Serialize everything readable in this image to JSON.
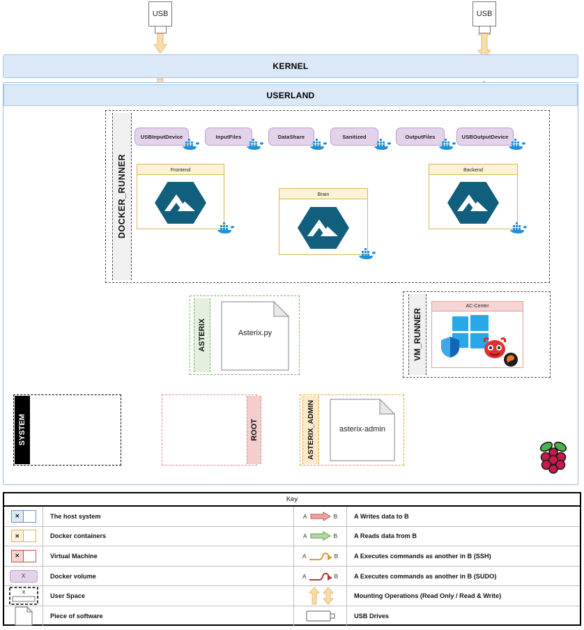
{
  "layers": {
    "kernel": "KERNEL",
    "userland": "USERLAND"
  },
  "usb_drives": [
    {
      "label": "USB",
      "mount": "read-only"
    },
    {
      "label": "USB",
      "mount": "read-write"
    }
  ],
  "user_spaces": [
    {
      "name": "DOCKER_RUNNER",
      "style": "black-dashed"
    },
    {
      "name": "VM_RUNNER",
      "style": "black-dashed"
    },
    {
      "name": "ASTERIX",
      "style": "green-dashed"
    },
    {
      "name": "SYSTEM",
      "style": "black-dashed"
    },
    {
      "name": "ROOT",
      "style": "red-dashed"
    },
    {
      "name": "ASTERIX_ADMIN",
      "style": "orange-dashed"
    }
  ],
  "docker_volumes": [
    {
      "label": "USBInputDevice"
    },
    {
      "label": "InputFiles"
    },
    {
      "label": "DataShare"
    },
    {
      "label": "Sanitized"
    },
    {
      "label": "OutputFiles"
    },
    {
      "label": "USBOutputDevice"
    }
  ],
  "containers": [
    {
      "label": "Frontend",
      "logo": "hexagon-mountain-logo"
    },
    {
      "label": "Brain",
      "logo": "hexagon-mountain-logo"
    },
    {
      "label": "Backend",
      "logo": "hexagon-mountain-logo"
    }
  ],
  "virtual_machines": [
    {
      "label": "AC-Center",
      "icons": [
        "windows-logo",
        "defender-shield-icon",
        "devil-icon",
        "browser-icon"
      ]
    }
  ],
  "software": [
    {
      "label": "Asterix.py",
      "space": "ASTERIX"
    },
    {
      "label": "asterix-admin",
      "space": "ASTERIX_ADMIN"
    }
  ],
  "hardware": {
    "logo": "raspberry-pi-logo"
  },
  "key": {
    "title": "Key",
    "rows": [
      {
        "icon": "host-system-icon",
        "label": "The host system",
        "arrow": "red-write-arrow",
        "arrow_label_a": "A",
        "arrow_label_b": "B",
        "desc": "A Writes data to B"
      },
      {
        "icon": "docker-container-icon",
        "label": "Docker containers",
        "arrow": "green-read-arrow",
        "arrow_label_a": "A",
        "arrow_label_b": "B",
        "desc": "A Reads data from B"
      },
      {
        "icon": "virtual-machine-icon",
        "label": "Virtual Machine",
        "arrow": "yellow-ssh-arrow",
        "arrow_label_a": "A",
        "arrow_label_b": "B",
        "desc": "A Executes commands as another in B (SSH)"
      },
      {
        "icon": "docker-volume-icon",
        "label": "Docker volume",
        "arrow": "red-sudo-arrow",
        "arrow_label_a": "A",
        "arrow_label_b": "B",
        "desc": "A Executes commands as another in B (SUDO)"
      },
      {
        "icon": "user-space-icon",
        "label": "User Space",
        "arrow": "mount-arrows",
        "arrow_label_a": "",
        "arrow_label_b": "",
        "desc": "Mounting Operations (Read Only / Read & Write)"
      },
      {
        "icon": "software-icon",
        "label": "Piece of software",
        "arrow": "usb-drive-icon",
        "arrow_label_a": "",
        "arrow_label_b": "",
        "desc": "USB Drives"
      }
    ]
  },
  "colors": {
    "write_arrow": "#e8a9a2",
    "read_arrow": "#b8d7a8",
    "ssh_arrow": "#e8a33d",
    "sudo_arrow": "#b03a3a",
    "mount_arrow": "#f5cf92",
    "layer_band": "#dae8f7",
    "volume": "#e2d3ea",
    "container_header": "#fdf3d4",
    "vm_header": "#f6d4d4",
    "logo": "#115e7d"
  }
}
